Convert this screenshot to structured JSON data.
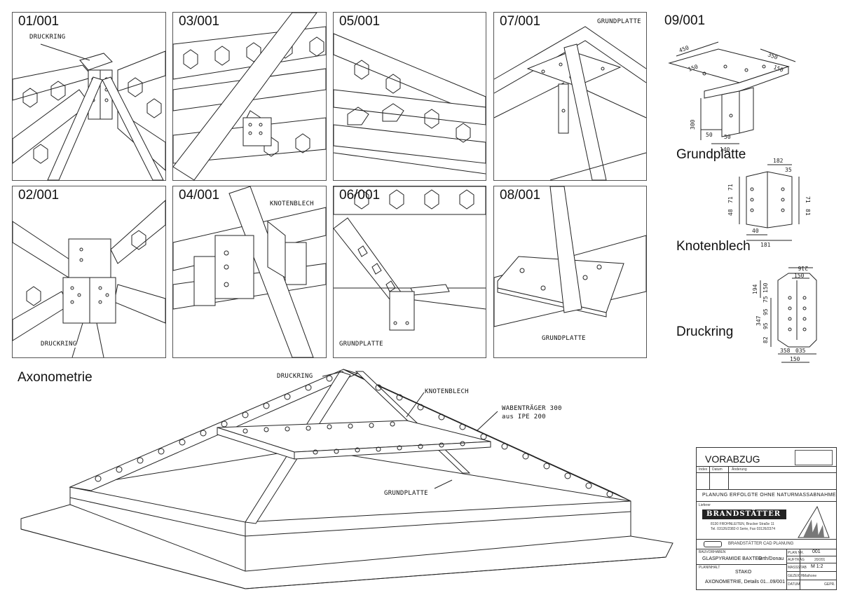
{
  "panels": [
    {
      "id": "01/001",
      "label": "DRUCKRING"
    },
    {
      "id": "03/001",
      "label": ""
    },
    {
      "id": "05/001",
      "label": ""
    },
    {
      "id": "07/001",
      "label": "GRUNDPLATTE"
    },
    {
      "id": "02/001",
      "label": "DRUCKRING"
    },
    {
      "id": "04/001",
      "label": "KNOTENBLECH"
    },
    {
      "id": "06/001",
      "label": "GRUNDPLATTE"
    },
    {
      "id": "08/001",
      "label": "GRUNDPLATTE"
    }
  ],
  "details": {
    "title": "09/001",
    "grundplatte": "Grundplatte",
    "knotenblech": "Knotenblech",
    "druckring": "Druckring",
    "gp_dims": [
      "450",
      "150",
      "350",
      "150",
      "300",
      "50",
      "50",
      "140"
    ],
    "kb_dims": [
      "182",
      "35",
      "71",
      "71",
      "71",
      "48",
      "81",
      "40",
      "181"
    ],
    "dr_dims": [
      "216",
      "150",
      "194",
      "150",
      "347",
      "82",
      "95",
      "95",
      "75",
      "358",
      "035",
      "150"
    ]
  },
  "axono": {
    "title": "Axonometrie",
    "druckring": "DRUCKRING",
    "knotenblech": "KNOTENBLECH",
    "waben1": "WABENTRÄGER 300",
    "waben2": "aus IPE 200",
    "grundplatte": "GRUNDPLATTE"
  },
  "titleblock": {
    "vorabzug": "VORABZUG",
    "col_index": "Index",
    "col_datum": "Datum",
    "col_aenderung": "Änderung",
    "planung": "PLANUNG ERFOLGTE OHNE NATURMASSABNAHME",
    "lieferer": "Lieferer",
    "company": "BRANDSTÄTTER",
    "address": "8130 FROHNLEITEN, Brucker Straße 11",
    "phone": "Tel. 03126/2382-0 Serie, Fax 03126/2374",
    "cad": "BRANDSTÄTTER  CAD  PLANUNG",
    "bauvorhaben": "BAUVORHABEN",
    "project": "GLASPYRAMIDE BAXTER",
    "location": "Orth/Donau",
    "planinhalt": "PLANINHALT",
    "stako": "STAKO",
    "content": "AXONOMETRIE, Details 01...09/001",
    "plan_nr_label": "PLAN NR.",
    "plan_nr": "001",
    "auftrag_label": "AUFTRAG",
    "auftrag": "20/201",
    "massstab_label": "MASSSTAB",
    "massstab": "M 1:2",
    "gezeichnet_label": "GEZEICH.",
    "gezeichnet": "Maihone",
    "datum_label": "DATUM",
    "datum": "",
    "gepr_label": "GEPR."
  }
}
